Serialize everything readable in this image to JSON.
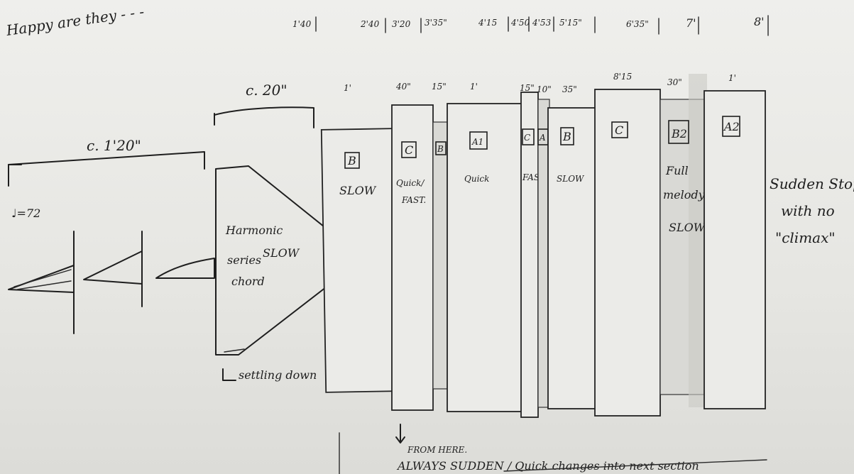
{
  "header": {
    "note": "Happy are they - - -"
  },
  "timeline": {
    "marks": [
      "1'40",
      "2'40",
      "3'20",
      "3'35\"",
      "4'15",
      "4'50",
      "4'53",
      "5'15\"",
      "6'35\"",
      "7'",
      "8'"
    ]
  },
  "left": {
    "duration_label": "c. 1'20\"",
    "tempo_mark": "♩=72",
    "triangle_label": "Harmonic series chord",
    "triangle_tempo": "SLOW",
    "settling_label": "settling down",
    "bracket_label": "c. 20\""
  },
  "sections": [
    {
      "duration": "1'",
      "letter": "B",
      "tempo": "SLOW"
    },
    {
      "duration": "40\"",
      "letter": "C",
      "tempo": "Quick/ FAST"
    },
    {
      "duration": "15\"",
      "letter": "B",
      "tempo": ""
    },
    {
      "duration": "1'",
      "letter": "A1",
      "tempo": "Quick"
    },
    {
      "duration": "15\"",
      "letter": "C",
      "tempo": "FAST"
    },
    {
      "duration": "10\"",
      "letter": "A",
      "tempo": ""
    },
    {
      "duration": "35\"",
      "letter": "B",
      "tempo": "SLOW"
    },
    {
      "duration": "8'15",
      "letter": "C",
      "tempo": ""
    },
    {
      "duration": "30\"",
      "letter": "B2",
      "tempo": "Full melody SLOW"
    },
    {
      "duration": "1'",
      "letter": "A2",
      "tempo": ""
    }
  ],
  "ending_note": "Sudden Stop with no \"climax\"",
  "footer": {
    "from_here": "FROM HERE.",
    "always": "ALWAYS SUDDEN / Quick changes into next section"
  }
}
